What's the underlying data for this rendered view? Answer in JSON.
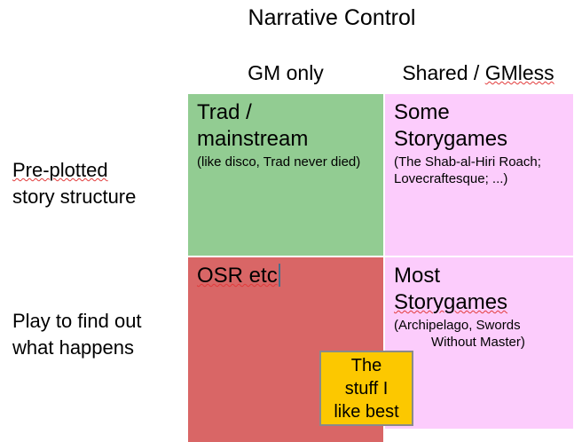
{
  "title": "Narrative Control",
  "colors": {
    "quadrant_top_left": "#92cc92",
    "quadrant_top_right": "#fcccfc",
    "quadrant_bottom_left": "#d96666",
    "quadrant_bottom_right": "#fcccfc",
    "callout_fill": "#fcc800",
    "callout_border": "#8a8a8a",
    "spellcheck_underline": "#e23b3b",
    "text_caret": "#4a6e8a",
    "background": "#ffffff",
    "text": "#000000"
  },
  "columns": [
    {
      "label": "GM only",
      "misspelled": ""
    },
    {
      "label_prefix": "Shared / ",
      "label_misspelled": "GMless"
    }
  ],
  "rows": [
    {
      "label_misspelled": "Pre-plotted",
      "label_rest": "story structure"
    },
    {
      "label": "Play to find out what happens"
    }
  ],
  "quadrants": [
    {
      "id": "top-left",
      "title": "Trad /\nmainstream",
      "subtitle": "(like disco, Trad never died)",
      "has_caret": false
    },
    {
      "id": "top-right",
      "title": "Some\nStorygames",
      "subtitle": "(The Shab-al-Hiri Roach; Lovecraftesque; ...)",
      "has_caret": false
    },
    {
      "id": "bottom-left",
      "title": "OSR etc",
      "subtitle": "",
      "has_caret": true
    },
    {
      "id": "bottom-right",
      "title_line_1": "Most",
      "title_line_2": "Storygames",
      "subtitle_line_1": "(Archipelago, Swords",
      "subtitle_line_2": "Without Master)",
      "has_caret": false
    }
  ],
  "callout": {
    "text": "The\nstuff I\nlike best"
  }
}
